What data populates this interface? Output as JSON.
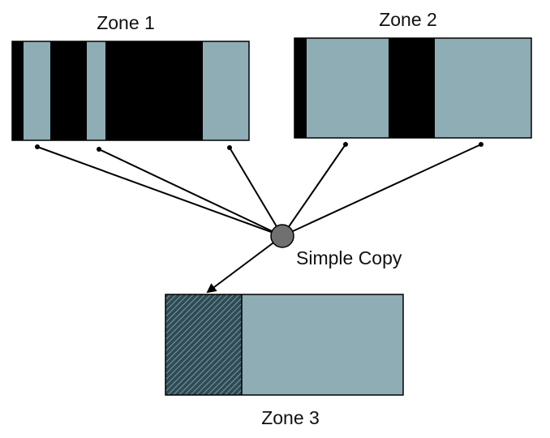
{
  "diagram": {
    "zone1": {
      "label": "Zone 1"
    },
    "zone2": {
      "label": "Zone 2"
    },
    "zone3": {
      "label": "Zone 3"
    },
    "operation": {
      "label": "Simple Copy"
    }
  },
  "colors": {
    "filled": "#000000",
    "free": "#8fadb5",
    "hatched": "#2f4b55",
    "node": "#707070",
    "outline": "#000000"
  }
}
